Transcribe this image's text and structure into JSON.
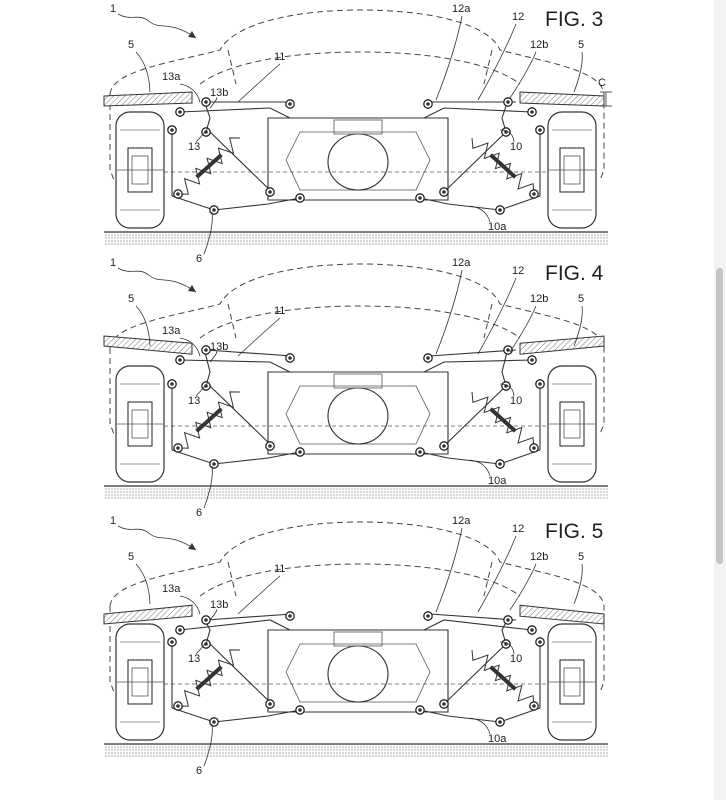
{
  "figures": [
    {
      "title": "FIG. 3",
      "mode": "level",
      "labels": {
        "l1": "1",
        "l5a": "5",
        "l5b": "5",
        "l6": "6",
        "l10": "10",
        "l10a": "10a",
        "l11": "11",
        "l12": "12",
        "l12a": "12a",
        "l12b": "12b",
        "l13": "13",
        "l13a": "13a",
        "l13b": "13b",
        "lC": "C"
      }
    },
    {
      "title": "FIG. 4",
      "mode": "raised",
      "labels": {
        "l1": "1",
        "l5a": "5",
        "l5b": "5",
        "l6": "6",
        "l10": "10",
        "l10a": "10a",
        "l11": "11",
        "l12": "12",
        "l12a": "12a",
        "l12b": "12b",
        "l13": "13",
        "l13a": "13a",
        "l13b": "13b"
      }
    },
    {
      "title": "FIG. 5",
      "mode": "lowered",
      "labels": {
        "l1": "1",
        "l5a": "5",
        "l5b": "5",
        "l6": "6",
        "l10": "10",
        "l10a": "10a",
        "l11": "11",
        "l12": "12",
        "l12a": "12a",
        "l12b": "12b",
        "l13": "13",
        "l13a": "13a",
        "l13b": "13b"
      }
    }
  ]
}
